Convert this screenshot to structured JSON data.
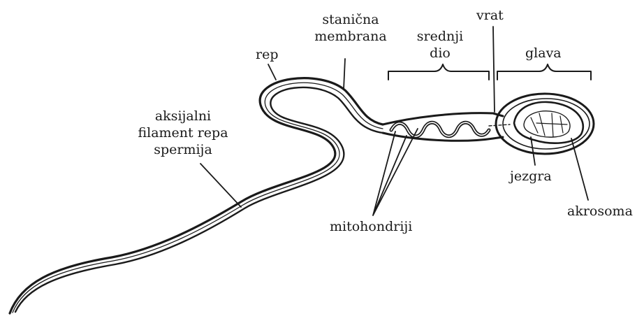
{
  "labels": {
    "axial_filament": [
      "aksijalni",
      "filament repa",
      "spermija"
    ],
    "tail": "rep",
    "cell_membrane": [
      "stanična",
      "membrana"
    ],
    "middle_piece": [
      "srednji",
      "dio"
    ],
    "neck": "vrat",
    "head": "glava",
    "mitochondria": "mitohondriji",
    "nucleus": "jezgra",
    "acrosome": "akrosoma"
  },
  "colors": {
    "ink": "#1a1a1a",
    "background": "#ffffff"
  }
}
